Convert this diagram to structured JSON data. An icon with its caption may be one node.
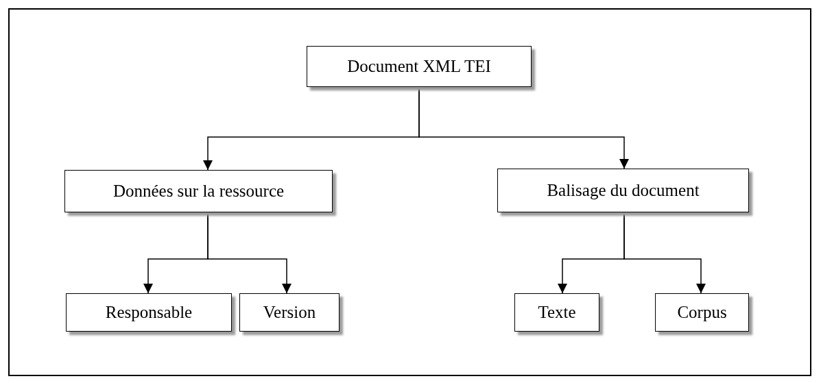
{
  "diagram": {
    "nodes": [
      {
        "text": [
          "Document XML TEI"
        ]
      },
      {
        "text": [
          "Données sur la ressource"
        ]
      },
      {
        "text": [
          "Balisage du document"
        ]
      },
      {
        "text": [
          "Responsable"
        ]
      },
      {
        "text": [
          "Version"
        ]
      },
      {
        "text": [
          "Texte"
        ]
      },
      {
        "text": [
          "Corpus"
        ]
      }
    ],
    "edges": [
      {
        "from": 0,
        "to": 1,
        "arrow": "to"
      },
      {
        "from": 0,
        "to": 2,
        "arrow": "to"
      },
      {
        "from": 1,
        "to": 3,
        "arrow": "to"
      },
      {
        "from": 1,
        "to": 4,
        "arrow": "to"
      },
      {
        "from": 2,
        "to": 5,
        "arrow": "to"
      },
      {
        "from": 2,
        "to": 6,
        "arrow": "to"
      }
    ]
  }
}
